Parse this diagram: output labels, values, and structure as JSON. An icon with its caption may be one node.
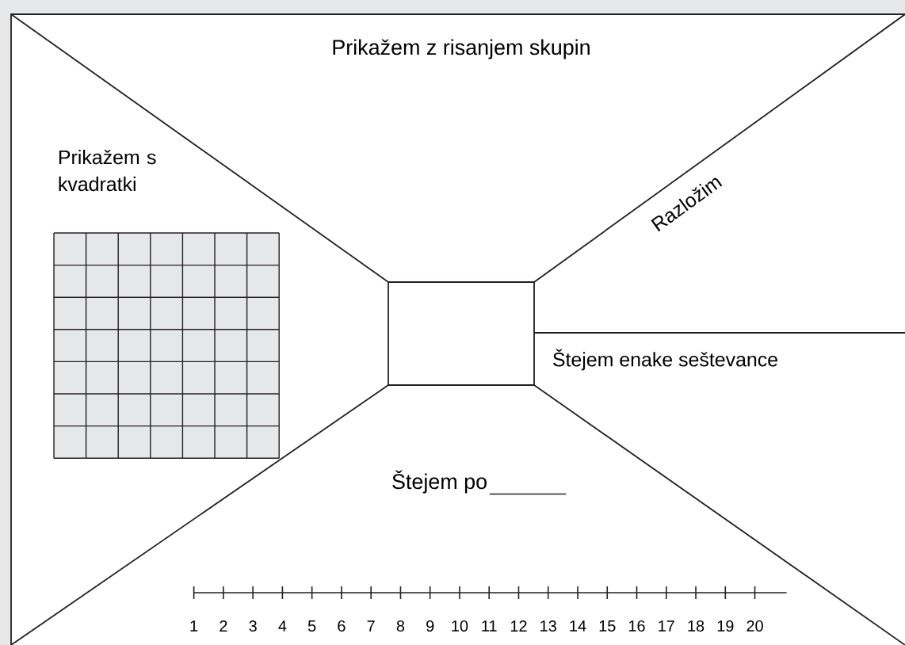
{
  "diagram": {
    "title": "Prikažem z risanjem skupin",
    "nodes": [
      {
        "text": [],
        "shape": "box"
      }
    ],
    "labels": [
      "Prikažem s kvadratki",
      "Razložim",
      "Štejem enake seštevance",
      "Štejem po",
      "1",
      "2",
      "3",
      "4",
      "5",
      "6",
      "7",
      "8",
      "9",
      "10",
      "11",
      "12",
      "13",
      "14",
      "15",
      "16",
      "17",
      "18",
      "19",
      "20"
    ]
  }
}
